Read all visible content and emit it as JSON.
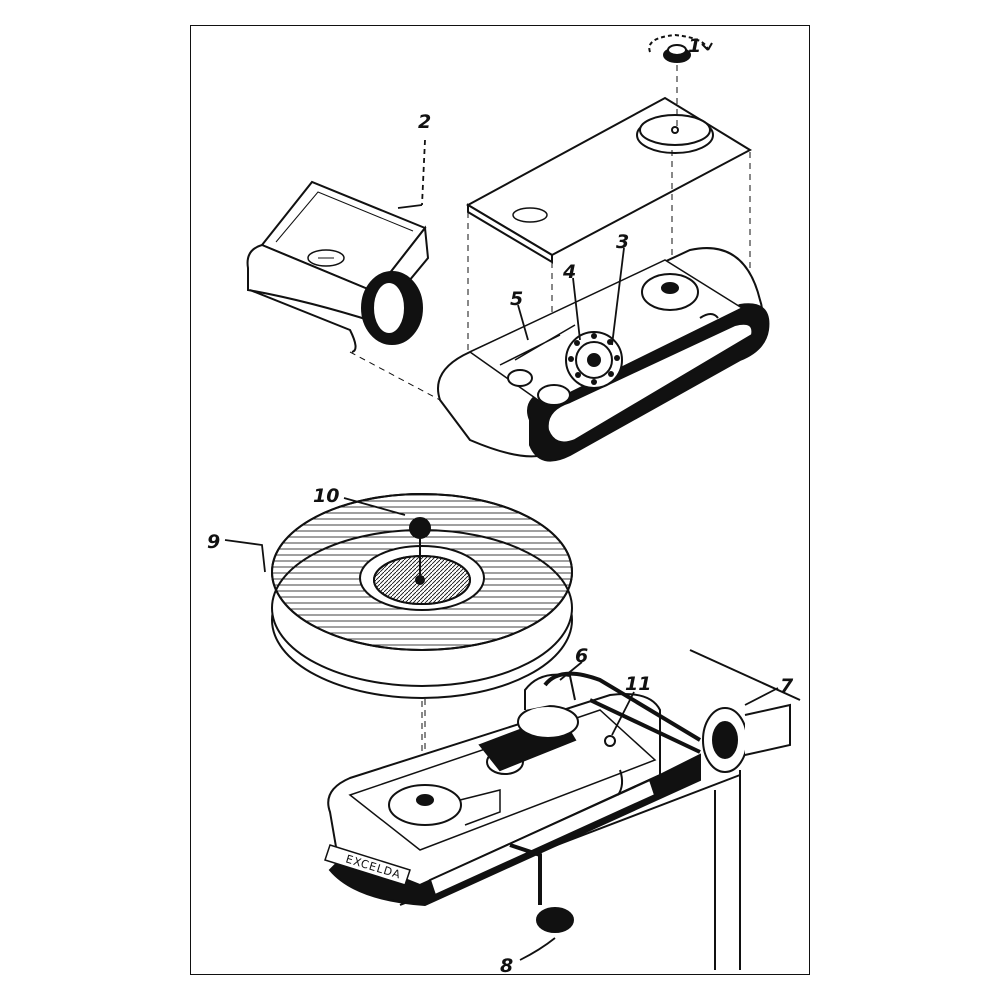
{
  "callouts": [
    {
      "id": "1",
      "label": "1"
    },
    {
      "id": "2",
      "label": "2"
    },
    {
      "id": "3",
      "label": "3"
    },
    {
      "id": "4",
      "label": "4"
    },
    {
      "id": "5",
      "label": "5"
    },
    {
      "id": "6",
      "label": "6"
    },
    {
      "id": "7",
      "label": "7"
    },
    {
      "id": "8",
      "label": "8"
    },
    {
      "id": "9",
      "label": "9"
    },
    {
      "id": "10",
      "label": "10"
    },
    {
      "id": "11",
      "label": "11"
    }
  ],
  "brand_plate": {
    "text": "EXCELDA"
  },
  "colors": {
    "ink": "#111111",
    "paper": "#ffffff"
  }
}
